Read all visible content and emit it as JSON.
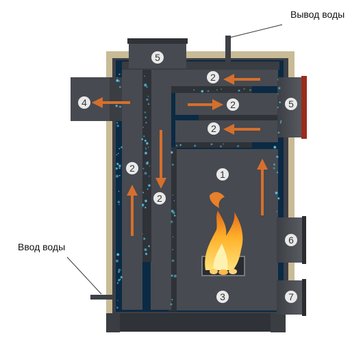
{
  "labels": {
    "water_out": "Вывод воды",
    "water_in": "Ввод воды"
  },
  "markers": {
    "m1": "1",
    "m2a": "2",
    "m2b": "2",
    "m2c": "2",
    "m2d": "2",
    "m2e": "2",
    "m3": "3",
    "m4": "4",
    "m5a": "5",
    "m5b": "5",
    "m6": "6",
    "m7": "7"
  },
  "colors": {
    "steel": "#474a50",
    "steel_dark": "#2f3237",
    "steel_light": "#5d6067",
    "insulation": "#c9bb97",
    "water": "#0b2a44",
    "arrow": "#d5702c",
    "marker_bg": "#e9e9e9",
    "door_red": "#9a2c1a"
  }
}
